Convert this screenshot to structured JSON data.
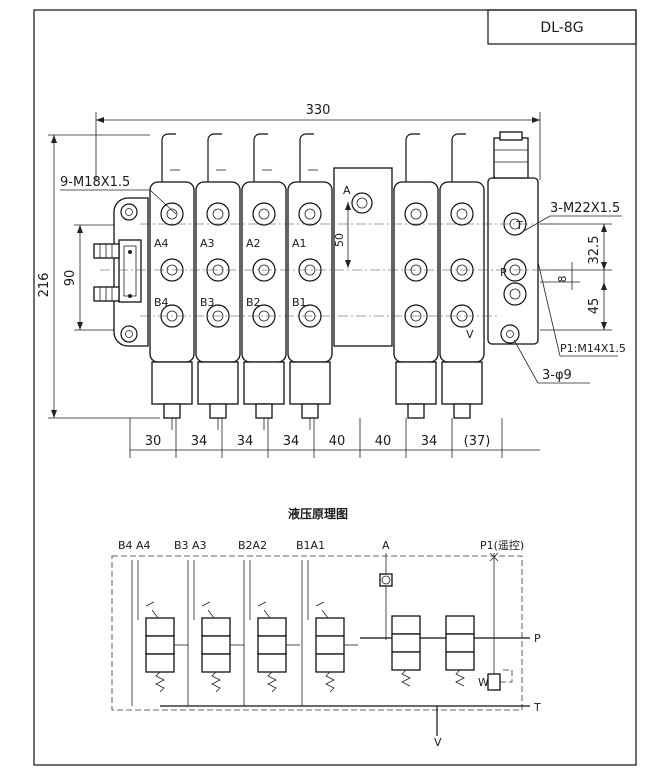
{
  "title_block": {
    "model": "DL-8G"
  },
  "drawing": {
    "overall_width": "330",
    "overall_height": "216",
    "mount_spacing": "90",
    "port_spacing": "50",
    "thread_work_ports": "9-M18X1.5",
    "thread_inlet": "3-M22X1.5",
    "thread_pilot": "P1:M14X1.5",
    "mount_holes": "3-φ9",
    "right_dims": [
      "32.5",
      "8",
      "45"
    ],
    "bottom_dims": [
      "30",
      "34",
      "34",
      "34",
      "40",
      "40",
      "34",
      "(37)"
    ],
    "port_labels_upper": [
      "A4",
      "A3",
      "A2",
      "A1"
    ],
    "port_labels_lower": [
      "B4",
      "B3",
      "B2",
      "B1"
    ],
    "a_port": "A",
    "inlet_labels": {
      "t": "T",
      "p": "P",
      "v": "V"
    }
  },
  "schematic": {
    "title": "液压原理图",
    "top_labels": [
      "B4",
      "A4",
      "B3",
      "A3",
      "B2A2",
      "B1A1",
      "A",
      "P1(遥控)"
    ],
    "side_labels": {
      "p": "P",
      "t": "T",
      "v": "V",
      "w": "W"
    }
  }
}
